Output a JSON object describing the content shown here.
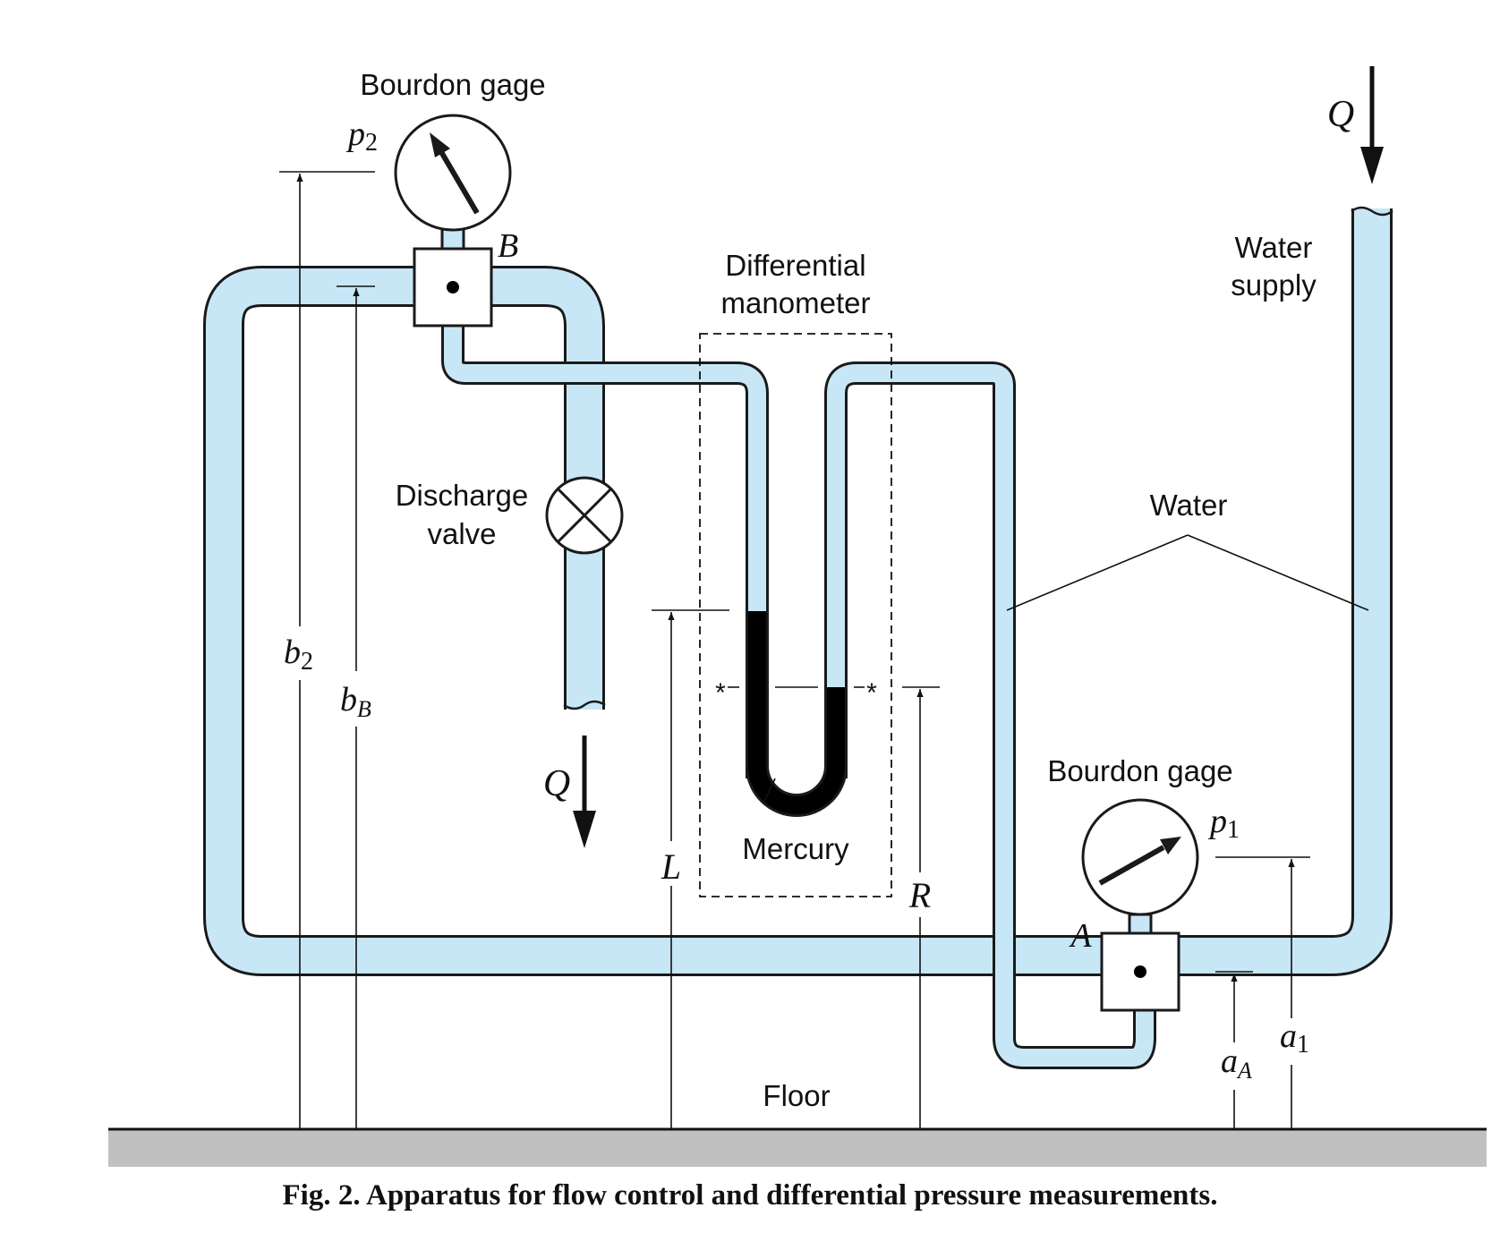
{
  "labels": {
    "bourdon_gage_top": "Bourdon gage",
    "p2": "p",
    "p2_sub": "2",
    "b_label": "B",
    "differential_manometer_line1": "Differential",
    "differential_manometer_line2": "manometer",
    "water_supply_line1": "Water",
    "water_supply_line2": "supply",
    "q_top": "Q",
    "discharge_valve_line1": "Discharge",
    "discharge_valve_line2": "valve",
    "water": "Water",
    "b2": "b",
    "b2_sub": "2",
    "bB": "b",
    "bB_sub": "B",
    "q_bottom": "Q",
    "star_left": "*",
    "star_right": "*",
    "mercury": "Mercury",
    "L": "L",
    "R": "R",
    "bourdon_gage_bottom": "Bourdon gage",
    "p1": "p",
    "p1_sub": "1",
    "a_label": "A",
    "a1": "a",
    "a1_sub": "1",
    "aA": "a",
    "aA_sub": "A",
    "floor": "Floor"
  },
  "caption": "Fig. 2.  Apparatus for flow control and differential pressure measurements.",
  "colors": {
    "water": "#c7e7f7",
    "mercury": "#000000",
    "floor": "#c0c0c0",
    "outline": "#1a1a1a"
  }
}
